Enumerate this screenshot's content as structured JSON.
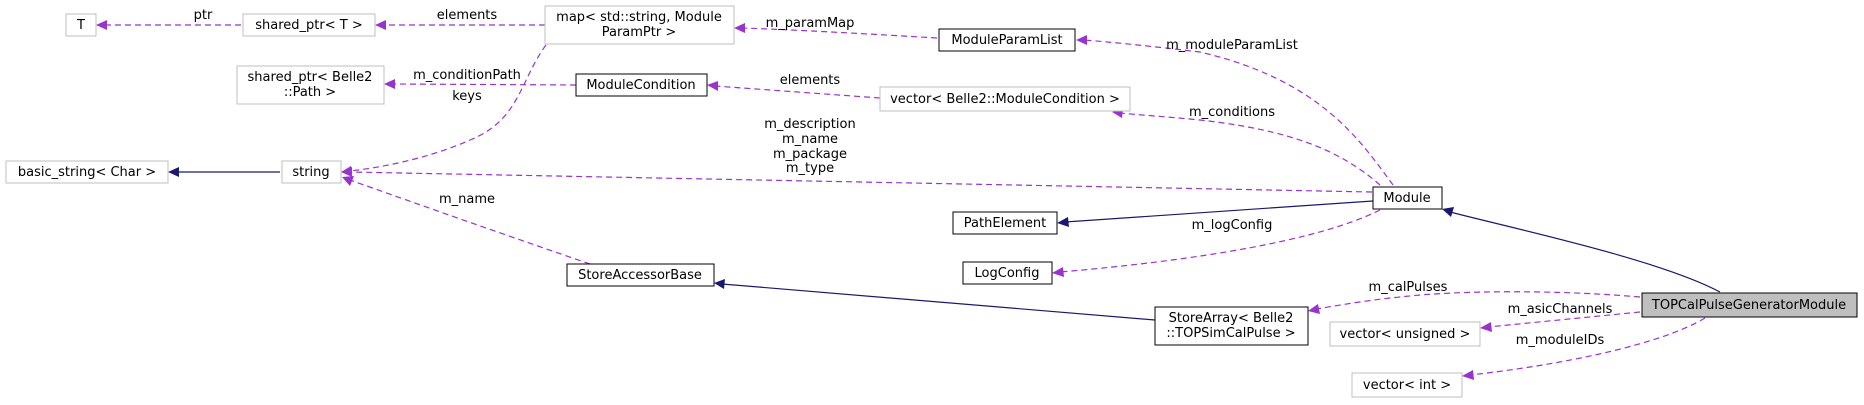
{
  "nodes": {
    "T": "T",
    "shared_ptr_T": "shared_ptr< T >",
    "map": [
      "map< std::string, Module",
      "ParamPtr >"
    ],
    "module_param_list": "ModuleParamList",
    "shared_ptr_path": [
      "shared_ptr< Belle2",
      "::Path >"
    ],
    "module_condition": "ModuleCondition",
    "vector_condition": "vector< Belle2::ModuleCondition >",
    "basic_string": "basic_string< Char >",
    "string": "string",
    "module": "Module",
    "path_element": "PathElement",
    "log_config": "LogConfig",
    "store_accessor_base": "StoreAccessorBase",
    "store_array": [
      "StoreArray< Belle2",
      "::TOPSimCalPulse >"
    ],
    "generator": "TOPCalPulseGeneratorModule",
    "vector_unsigned": "vector< unsigned >",
    "vector_int": "vector< int >"
  },
  "edges": {
    "ptr": "ptr",
    "elements_map": "elements",
    "m_paramMap": "m_paramMap",
    "m_moduleParamList": "m_moduleParamList",
    "m_conditionPath": "m_conditionPath",
    "keys": "keys",
    "elements_cond": "elements",
    "m_conditions": "m_conditions",
    "module_strings": [
      "m_description",
      "m_name",
      "m_package",
      "m_type"
    ],
    "m_name_store": "m_name",
    "m_logConfig": "m_logConfig",
    "m_calPulses": "m_calPulses",
    "m_asicChannels": "m_asicChannels",
    "m_moduleIDs": "m_moduleIDs"
  },
  "colors": {
    "inheritance": "#191970",
    "usage": "#9a32cd",
    "grey_border": "#bfbfbf",
    "focus_fill": "#bfbfbf"
  }
}
